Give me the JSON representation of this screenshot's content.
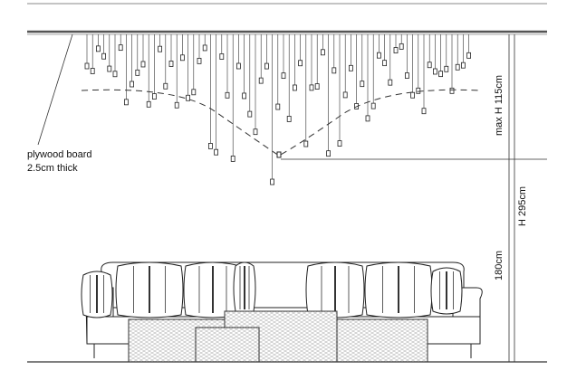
{
  "labels": {
    "board_line1": "plywood board",
    "board_line2": "2.5cm thick",
    "max_height": "max H 115cm",
    "total_height": "H 295cm",
    "clearance": "180cm"
  },
  "colors": {
    "line": "#222222",
    "ceiling": "#555555",
    "table_hatch": "#999999"
  }
}
